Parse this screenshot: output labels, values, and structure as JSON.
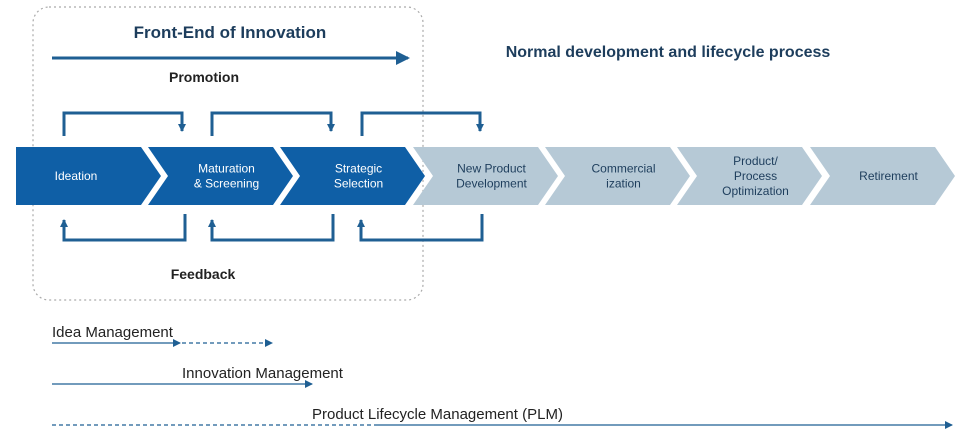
{
  "fei": {
    "title": "Front-End of Innovation",
    "promotion_label": "Promotion",
    "feedback_label": "Feedback"
  },
  "normal_process_title": "Normal development and lifecycle process",
  "steps": [
    {
      "lines": [
        "Ideation"
      ],
      "phase": "fei"
    },
    {
      "lines": [
        "Maturation",
        "& Screening"
      ],
      "phase": "fei"
    },
    {
      "lines": [
        "Strategic",
        "Selection"
      ],
      "phase": "fei"
    },
    {
      "lines": [
        "New Product",
        "Development"
      ],
      "phase": "normal"
    },
    {
      "lines": [
        "Commercial",
        "ization"
      ],
      "phase": "normal"
    },
    {
      "lines": [
        "Product/",
        "Process",
        "Optimization"
      ],
      "phase": "normal"
    },
    {
      "lines": [
        "Retirement"
      ],
      "phase": "normal"
    }
  ],
  "management": [
    {
      "label": "Idea Management"
    },
    {
      "label": "Innovation Management"
    },
    {
      "label": "Product Lifecycle Management (PLM)"
    }
  ],
  "colors": {
    "fei_chevron": "#0f5fa6",
    "normal_chevron": "#b6c9d6",
    "arrow": "#1f5f93",
    "title_text": "#1d3d5c",
    "dotted_border": "#aaaaaa"
  }
}
